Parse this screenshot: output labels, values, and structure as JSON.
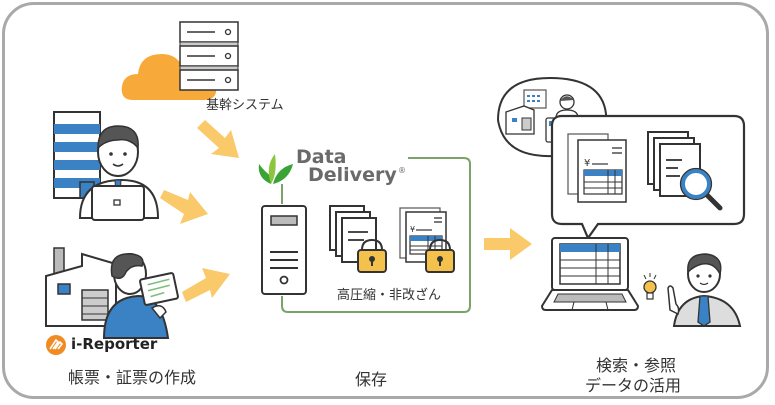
{
  "diagram": {
    "core_system_label": "基幹システム",
    "product_logo": {
      "line1": "Data",
      "line2": "Delivery",
      "registered": "®",
      "brand_color": "#6a6a6a",
      "leaf_color": "#3aa335"
    },
    "storage_caption": "高圧縮・非改ざん",
    "ireporter_logo": "i-Reporter",
    "stage_labels": {
      "create": "帳票・証票の作成",
      "save": "保存",
      "search_line1": "検索・参照",
      "search_line2": "データの活用"
    },
    "document_currency_symbol": "¥",
    "colors": {
      "frame": "#a9a9a9",
      "arrow": "#f9c96a",
      "cloud": "#f7a93a",
      "accent_blue": "#3b82c4",
      "storage_border": "#7aa36a",
      "lock": "#f4c24c",
      "ireporter": "#f08a22"
    }
  }
}
